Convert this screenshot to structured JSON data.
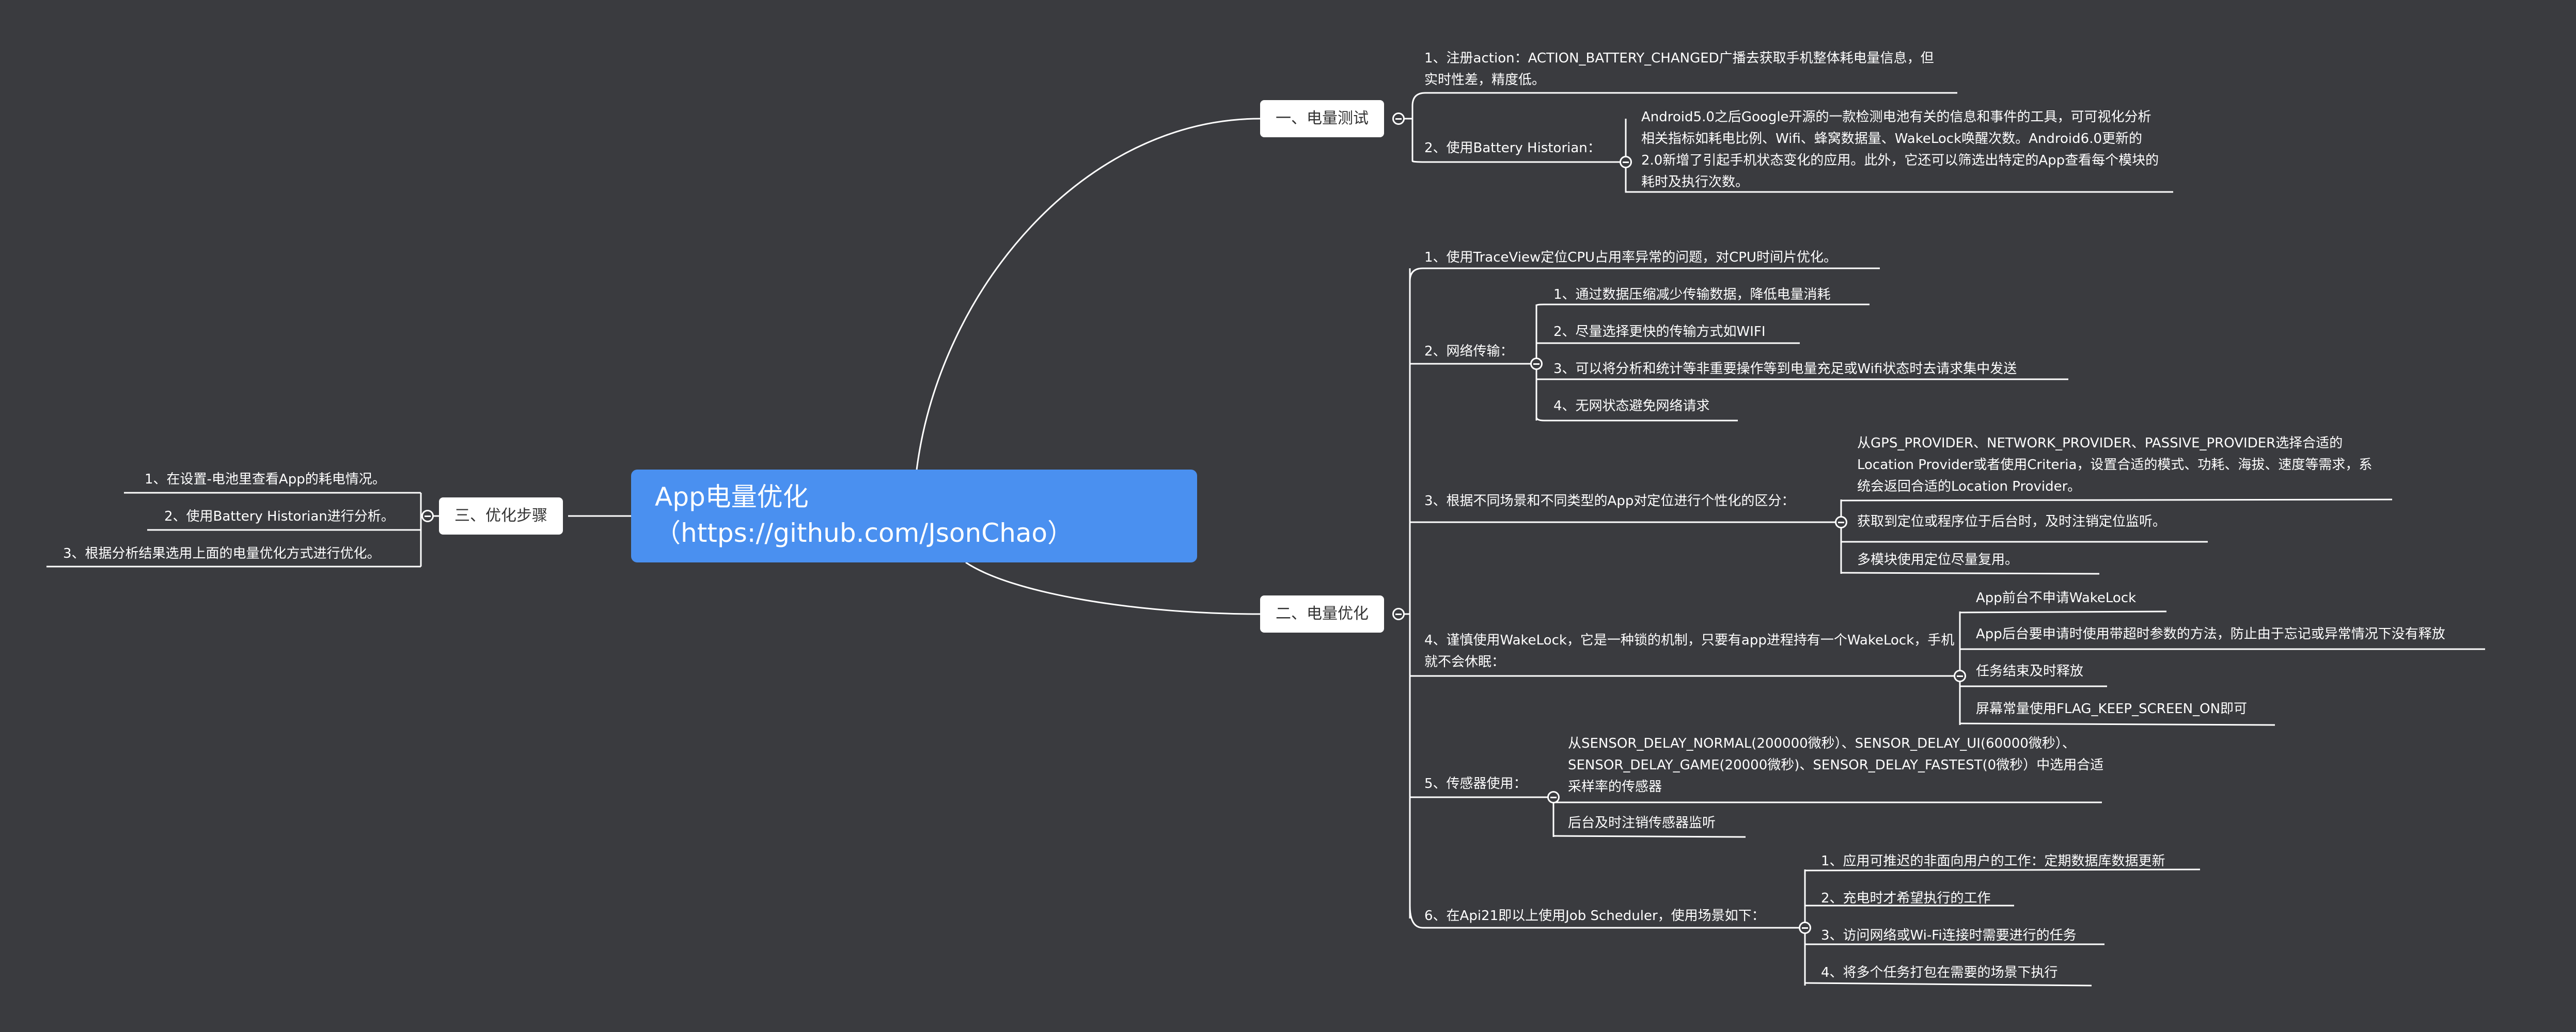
{
  "root": {
    "title": "App电量优化（https://github.com/JsonChao）"
  },
  "battery_test": {
    "label": "一、电量测试",
    "item1": "1、注册action：ACTION_BATTERY_CHANGED广播去获取手机整体耗电量信息，但实时性差，精度低。",
    "item2": "2、使用Battery Historian：",
    "item2_detail": "Android5.0之后Google开源的一款检测电池有关的信息和事件的工具，可可视化分析相关指标如耗电比例、Wifi、蜂窝数据量、WakeLock唤醒次数。Android6.0更新的2.0新增了引起手机状态变化的应用。此外，它还可以筛选出特定的App查看每个模块的耗时及执行次数。"
  },
  "battery_opt": {
    "label": "二、电量优化",
    "item1": "1、使用TraceView定位CPU占用率异常的问题，对CPU时间片优化。",
    "item2": "2、网络传输：",
    "item2_subs": [
      "1、通过数据压缩减少传输数据，降低电量消耗",
      "2、尽量选择更快的传输方式如WIFI",
      "3、可以将分析和统计等非重要操作等到电量充足或Wifi状态时去请求集中发送",
      "4、无网状态避免网络请求"
    ],
    "item3": "3、根据不同场景和不同类型的App对定位进行个性化的区分：",
    "item3_subs": [
      "从GPS_PROVIDER、NETWORK_PROVIDER、PASSIVE_PROVIDER选择合适的Location Provider或者使用Criteria，设置合适的模式、功耗、海拔、速度等需求，系统会返回合适的Location Provider。",
      "获取到定位或程序位于后台时，及时注销定位监听。",
      "多模块使用定位尽量复用。"
    ],
    "item4": "4、谨慎使用WakeLock，它是一种锁的机制，只要有app进程持有一个WakeLock，手机就不会休眠：",
    "item4_subs": [
      "App前台不申请WakeLock",
      "App后台要申请时使用带超时参数的方法，防止由于忘记或异常情况下没有释放",
      "任务结束及时释放",
      "屏幕常量使用FLAG_KEEP_SCREEN_ON即可"
    ],
    "item5": "5、传感器使用：",
    "item5_subs": [
      "从SENSOR_DELAY_NORMAL(200000微秒）、SENSOR_DELAY_UI(60000微秒）、SENSOR_DELAY_GAME(20000微秒)、SENSOR_DELAY_FASTEST(0微秒）中选用合适采样率的传感器",
      "后台及时注销传感器监听"
    ],
    "item6": "6、在Api21即以上使用Job Scheduler，使用场景如下：",
    "item6_subs": [
      "1、应用可推迟的非面向用户的工作：定期数据库数据更新",
      "2、充电时才希望执行的工作",
      "3、访问网络或Wi-Fi连接时需要进行的任务",
      "4、将多个任务打包在需要的场景下执行"
    ]
  },
  "opt_steps": {
    "label": "三、优化步骤",
    "items": [
      "1、在设置-电池里查看App的耗电情况。",
      "2、使用Battery Historian进行分析。",
      "3、根据分析结果选用上面的电量优化方式进行优化。"
    ]
  },
  "colors": {
    "background": "#3a3b3f",
    "root": "#4a90f0",
    "node": "#ffffff",
    "line": "#ffffff"
  }
}
